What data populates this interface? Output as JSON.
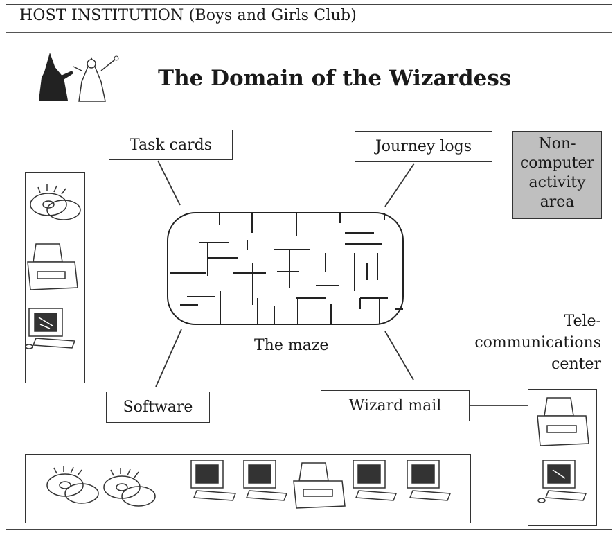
{
  "header": {
    "host_label": "HOST INSTITUTION (Boys and Girls Club)"
  },
  "title": "The Domain of the Wizardess",
  "boxes": {
    "task_cards": "Task cards",
    "journey_logs": "Journey logs",
    "software": "Software",
    "wizard_mail": "Wizard mail"
  },
  "non_computer_area": [
    "Non-",
    "computer",
    "activity",
    "area"
  ],
  "maze_label": "The maze",
  "telecom_label": [
    "Tele-",
    "communications",
    "center"
  ],
  "icons": {
    "wizards": "wizard-figures-icon",
    "disc": "cd-disc-icon",
    "printer": "printer-icon",
    "computer": "computer-icon"
  },
  "colors": {
    "non_computer_fill": "#bfbfbf",
    "ink": "#1a1a1a"
  }
}
